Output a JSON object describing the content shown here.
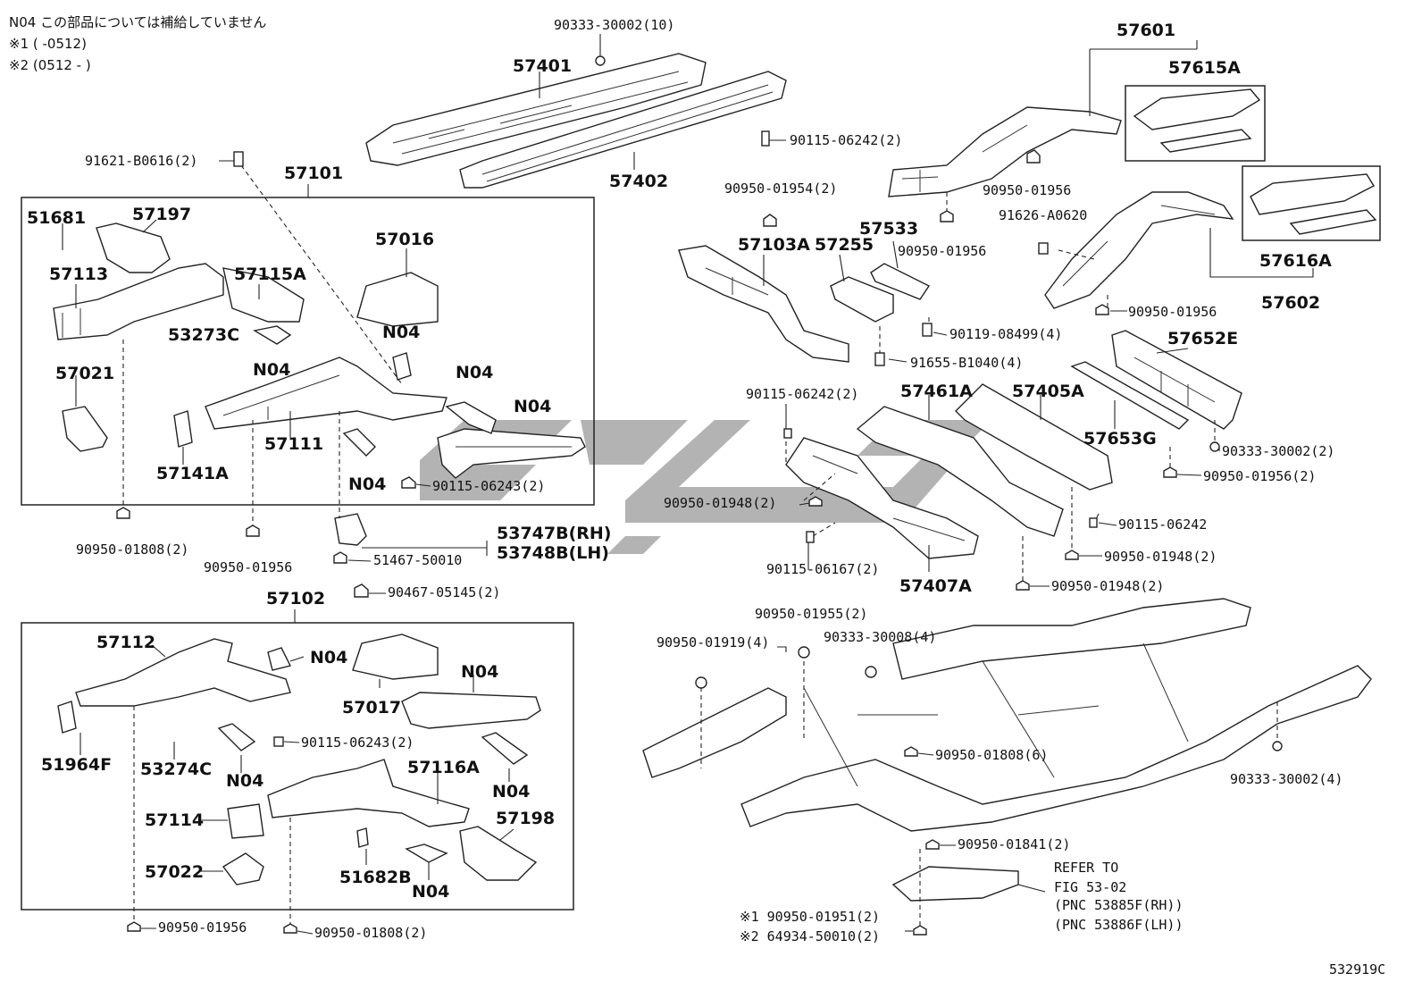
{
  "notes": {
    "n04": "N04 この部品については補給していません",
    "mark1": "※1 (      -0512)",
    "mark2": "※2 (0512 -      )"
  },
  "figure_code": "532919C",
  "labels": {
    "p90333_30002_10": "90333-30002(10)",
    "p57401": "57401",
    "p57402": "57402",
    "p90115_06242_2a": "90115-06242(2)",
    "p57601": "57601",
    "p57615A": "57615A",
    "p91621": "91621-B0616(2)",
    "p57101": "57101",
    "p90950_01956_a": "90950-01956",
    "p90950_01954": "90950-01954(2)",
    "p91626": "91626-A0620",
    "p51681": "51681",
    "p57197": "57197",
    "p57016": "57016",
    "p57113": "57113",
    "p57115A": "57115A",
    "p57103A": "57103A",
    "p57255": "57255",
    "p57533": "57533",
    "p90950_01956_b": "90950-01956",
    "p57616A": "57616A",
    "p57602": "57602",
    "p90950_01956_c": "90950-01956",
    "p53273C": "53273C",
    "n04_1": "N04",
    "n04_2": "N04",
    "p90119": "90119-08499(4)",
    "p57652E": "57652E",
    "p57021": "57021",
    "n04_3": "N04",
    "p91655": "91655-B1040(4)",
    "p90115_06242_2b": "90115-06242(2)",
    "p57461A": "57461A",
    "p57405A": "57405A",
    "n04_4": "N04",
    "p57111": "57111",
    "p57653G": "57653G",
    "p90333_30002_2": "90333-30002(2)",
    "p57141A": "57141A",
    "n04_5": "N04",
    "p90115_06243_2a": "90115-06243(2)",
    "p90950_01956_2": "90950-01956(2)",
    "p90950_01948_2a": "90950-01948(2)",
    "p90115_06242": "90115-06242",
    "p90950_01808_2a": "90950-01808(2)",
    "p53747B": "53747B(RH)",
    "p53748B": "53748B(LH)",
    "p90950_01948_2b": "90950-01948(2)",
    "p90950_01956_d": "90950-01956",
    "p51467": "51467-50010",
    "p90115_06167": "90115-06167(2)",
    "p57407A": "57407A",
    "p90950_01948_2c": "90950-01948(2)",
    "p90467": "90467-05145(2)",
    "p57102": "57102",
    "p90950_01955": "90950-01955(2)",
    "p57112": "57112",
    "p90950_01919": "90950-01919(4)",
    "p90333_30008": "90333-30008(4)",
    "n04_6": "N04",
    "n04_7": "N04",
    "p57017": "57017",
    "p90115_06243_2b": "90115-06243(2)",
    "p90950_01808_6": "90950-01808(6)",
    "p51964F": "51964F",
    "p53274C": "53274C",
    "n04_8": "N04",
    "p57116A": "57116A",
    "n04_9": "N04",
    "p90333_30002_4": "90333-30002(4)",
    "p57114": "57114",
    "p57198": "57198",
    "p90950_01841": "90950-01841(2)",
    "p57022": "57022",
    "p51682B": "51682B",
    "n04_10": "N04",
    "refer1": "REFER TO",
    "refer2": "FIG 53-02",
    "refer3": "(PNC 53885F(RH))",
    "refer4": "(PNC 53886F(LH))",
    "p90950_01956_e": "90950-01956",
    "p90950_01808_2b": "90950-01808(2)",
    "p90950_01951": "※1 90950-01951(2)",
    "p64934": "※2 64934-50010(2)"
  }
}
